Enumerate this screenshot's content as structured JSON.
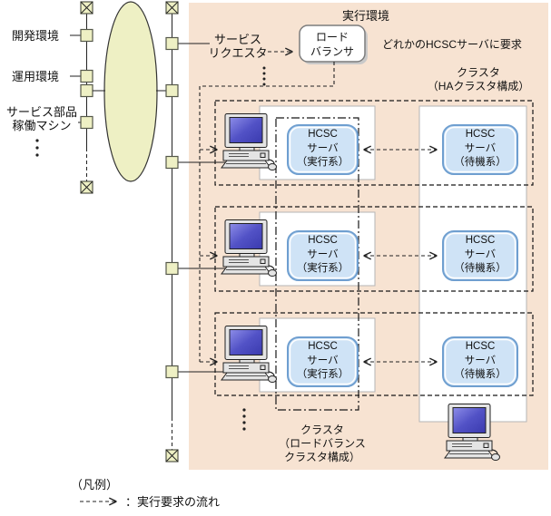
{
  "left_network": {
    "dev_env": "開発環境",
    "ops_env": "運用環境",
    "svc_parts_line1": "サービス部品",
    "svc_parts_line2": "稼働マシン"
  },
  "execution_env": {
    "title": "実行環境",
    "requester_line1": "サービス",
    "requester_line2": "リクエスタ",
    "load_balancer_line1": "ロード",
    "load_balancer_line2": "バランサ",
    "request_note": "どれかのHCSCサーバに要求",
    "ha_cluster_line1": "クラスタ",
    "ha_cluster_line2": "（HAクラスタ構成）",
    "lb_cluster_line1": "クラスタ",
    "lb_cluster_line2": "（ロードバランス",
    "lb_cluster_line3": "クラスタ構成）"
  },
  "servers": {
    "active_line1": "HCSC",
    "active_line2": "サーバ",
    "active_line3": "（実行系）",
    "standby_line1": "HCSC",
    "standby_line2": "サーバ",
    "standby_line3": "（待機系）"
  },
  "legend": {
    "title": "（凡例）",
    "flow_label": "：実行要求の流れ"
  },
  "colors": {
    "panel_bg": "#f7e3d2",
    "node_fill": "#eef0c4",
    "server_fill": "#cfe3f6",
    "server_border": "#6f9fd0"
  }
}
